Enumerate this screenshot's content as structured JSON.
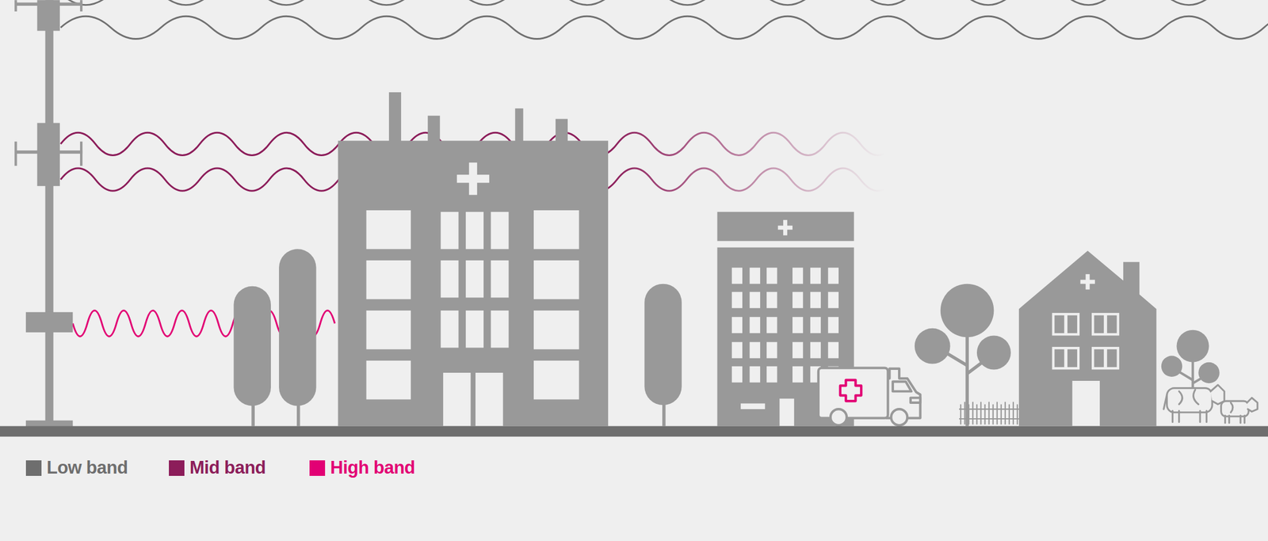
{
  "diagram": {
    "legend": [
      {
        "text": "Low band",
        "color": "#6e6e6e"
      },
      {
        "text": "Mid band",
        "color": "#8c1d5a"
      },
      {
        "text": "High band",
        "color": "#e20074"
      }
    ]
  }
}
